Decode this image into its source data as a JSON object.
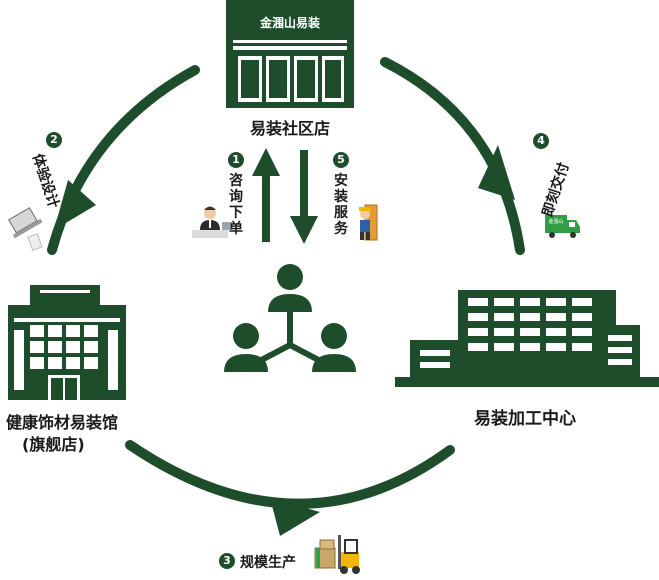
{
  "colors": {
    "brand": "#1e4d2b",
    "orange": "#e8822a",
    "accent_green": "#2f9e44"
  },
  "store": {
    "sign": "金涠山易装",
    "label": "易装社区店"
  },
  "flagship": {
    "line1": "健康饰材易装馆",
    "line2": "(旗舰店)"
  },
  "factory": {
    "label": "易装加工中心"
  },
  "steps": [
    {
      "num": "1",
      "label": "咨询下单"
    },
    {
      "num": "2",
      "label": "体验设计"
    },
    {
      "num": "3",
      "label": "规模生产"
    },
    {
      "num": "4",
      "label": "即刻交付"
    },
    {
      "num": "5",
      "label": "安装服务"
    }
  ],
  "truck_logo": "金涠山"
}
